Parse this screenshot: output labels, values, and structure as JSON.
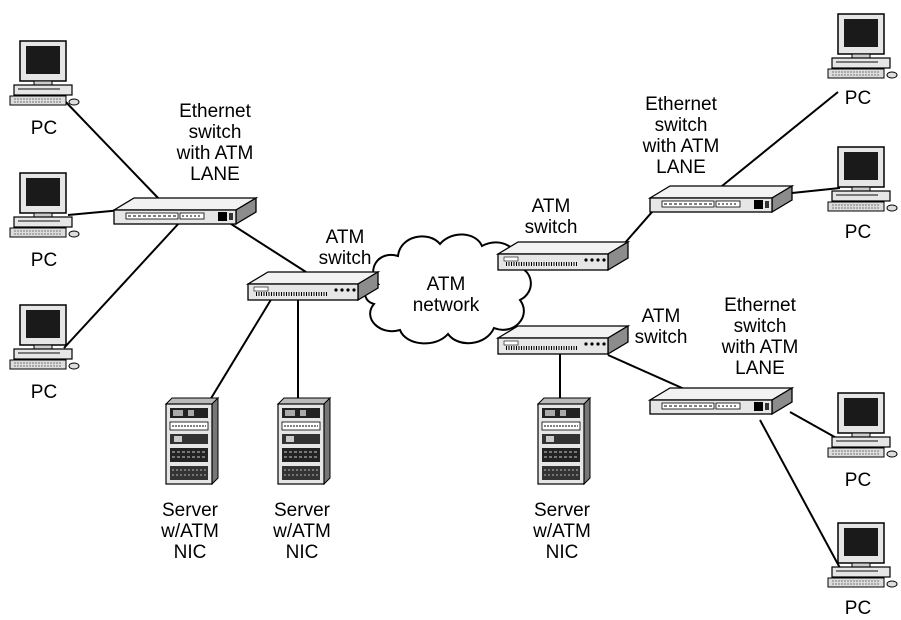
{
  "labels": {
    "pc": "PC",
    "ethernet_switch": [
      "Ethernet",
      "switch",
      "with ATM",
      "LANE"
    ],
    "atm_switch": [
      "ATM",
      "switch"
    ],
    "atm_network": [
      "ATM",
      "network"
    ],
    "server": [
      "Server",
      "w/ATM",
      "NIC"
    ]
  },
  "colors": {
    "line": "#000000",
    "device_fill": "#e6e6e6",
    "device_shadow": "#8c8c8c",
    "monitor_screen": "#1a1a1a",
    "cloud_fill": "#ffffff"
  },
  "icons": [
    "pc-icon",
    "ethernet-switch-icon",
    "atm-switch-icon",
    "server-icon",
    "cloud-icon"
  ]
}
